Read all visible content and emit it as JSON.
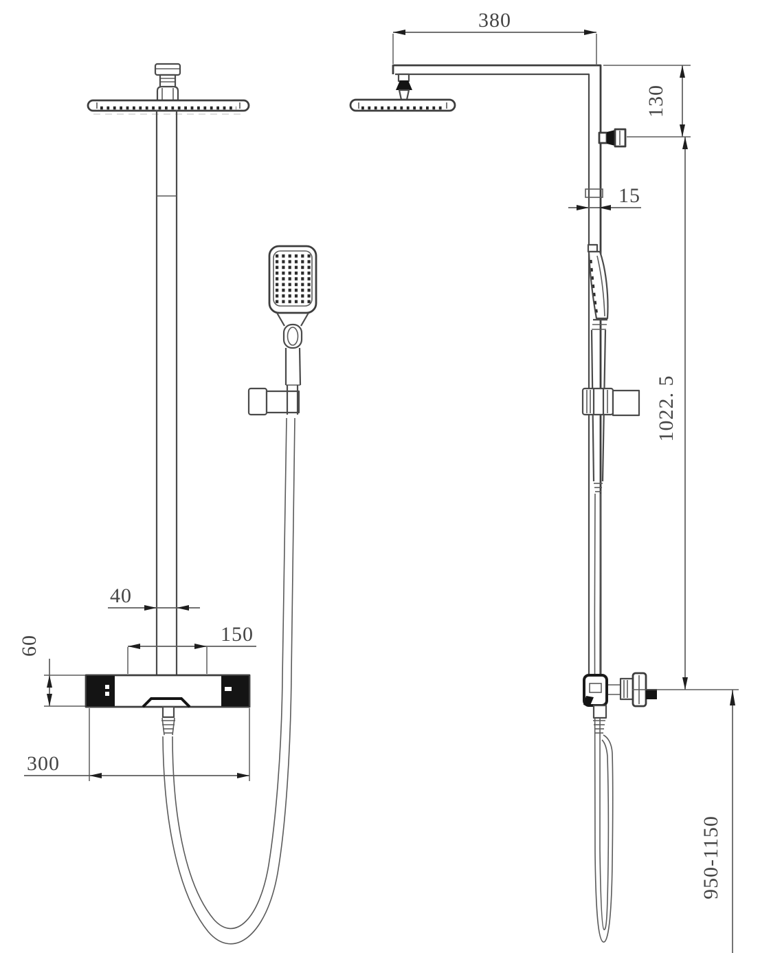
{
  "drawing": {
    "type": "technical-dimension-drawing",
    "subject": "thermostatic shower column system, front and side orthographic views",
    "colors": {
      "background": "#ffffff",
      "line": "#4a4a4a",
      "dimension_line": "#5c5c5c",
      "text": "#454545",
      "solid_fill": "#141414"
    }
  },
  "views": {
    "front": {
      "name": "front view",
      "dims": {
        "column_width": "40",
        "inlet_spacing": "150",
        "valve_height": "60",
        "valve_width": "300"
      }
    },
    "side": {
      "name": "side view",
      "dims": {
        "arm_reach": "380",
        "head_to_inlet": "130",
        "pipe_diameter": "15",
        "inlet_to_valve_center": "1022. 5",
        "install_height_range": "950-1150"
      }
    }
  }
}
